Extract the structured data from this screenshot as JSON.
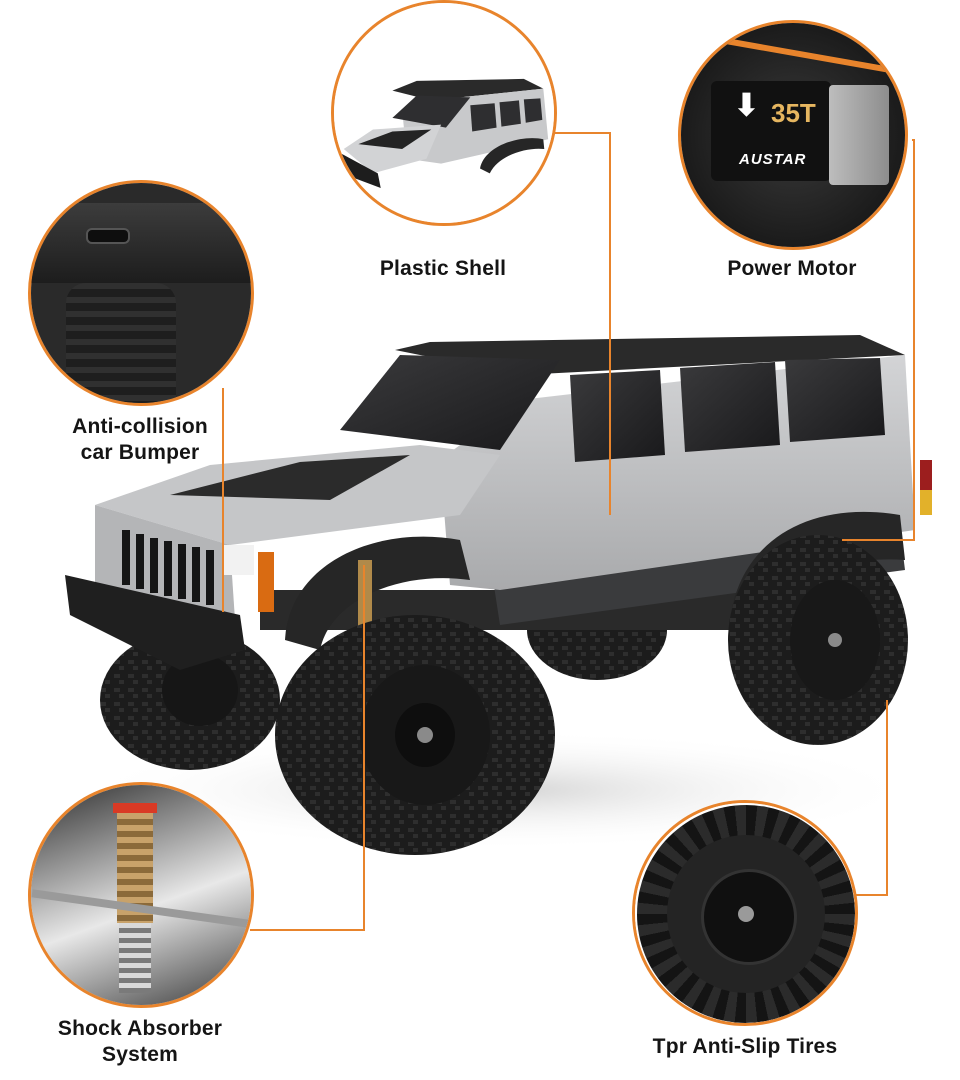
{
  "accent_color": "#E8842C",
  "background_color": "#FFFFFF",
  "main_product": {
    "name": "rc-crawler-truck",
    "body_color": "#B9BABC",
    "roof_color": "#2A2A2A"
  },
  "callouts": [
    {
      "id": "plastic-shell",
      "label": "Plastic Shell"
    },
    {
      "id": "power-motor",
      "label": "Power Motor",
      "motor_text": "35T",
      "brand_text": "AUSTAR"
    },
    {
      "id": "anti-collision-bumper",
      "label_line1": "Anti-collision",
      "label_line2": "car Bumper"
    },
    {
      "id": "shock-absorber",
      "label_line1": "Shock Absorber",
      "label_line2": "System"
    },
    {
      "id": "anti-slip-tires",
      "label": "Tpr Anti-Slip Tires"
    }
  ]
}
